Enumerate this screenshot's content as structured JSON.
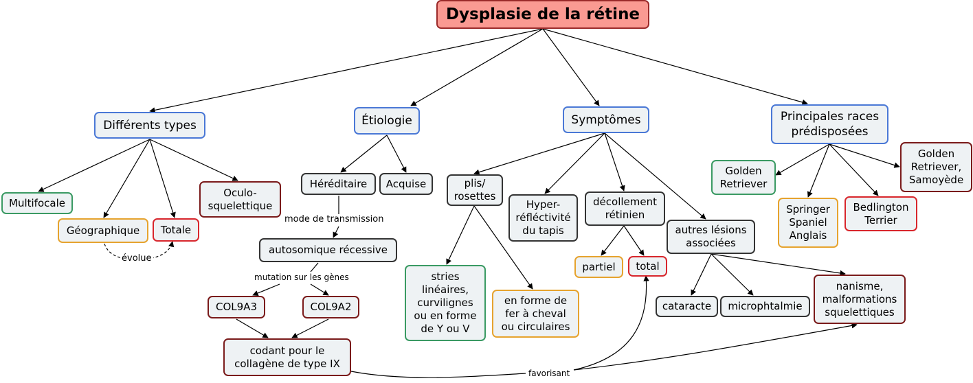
{
  "title": "Dysplasie de la rétine",
  "branches": {
    "types": "Différents types",
    "etiologie": "Étiologie",
    "symptomes": "Symptômes",
    "races": "Principales races\nprédisposées"
  },
  "types": {
    "multifocale": "Multifocale",
    "geographique": "Géographique",
    "totale": "Totale",
    "oculo": "Oculo-\nsquelettique",
    "evolue": "évolue"
  },
  "etiologie": {
    "hereditaire": "Héréditaire",
    "acquise": "Acquise",
    "mode": "mode de transmission",
    "autosomique": "autosomique récessive",
    "mutation": "mutation  sur  les  gènes",
    "col9a3": "COL9A3",
    "col9a2": "COL9A2",
    "codant": "codant pour le\ncollagène de type IX",
    "favorisant": "favorisant"
  },
  "symptomes": {
    "plis": "plis/\nrosettes",
    "hyper": "Hyper-\nréfléctivité\ndu tapis",
    "decollement": "décollement\nrétinien",
    "autres": "autres lésions\nassociées",
    "stries": "stries\nlinéaires,\ncurvilignes\nou en forme\nde Y ou V",
    "fer": "en forme de\nfer à cheval\nou circulaires",
    "partiel": "partiel",
    "total": "total",
    "cataracte": "cataracte",
    "microphtalmie": "microphtalmie",
    "nanisme": "nanisme,\nmalformations\nsquelettiques"
  },
  "races": {
    "golden": "Golden\nRetriever",
    "springer": "Springer\nSpaniel\nAnglais",
    "bedlington": "Bedlington\nTerrier",
    "golden_samoyede": "Golden\nRetriever,\nSamoyède"
  },
  "colors": {
    "root_fill": "#fa9a92",
    "blue": "#4a78d6",
    "green": "#3a9a63",
    "orange": "#e6a32e",
    "red": "#d8262c",
    "maroon": "#7a1a1a",
    "dark": "#333333",
    "node_fill": "#eef2f4"
  }
}
